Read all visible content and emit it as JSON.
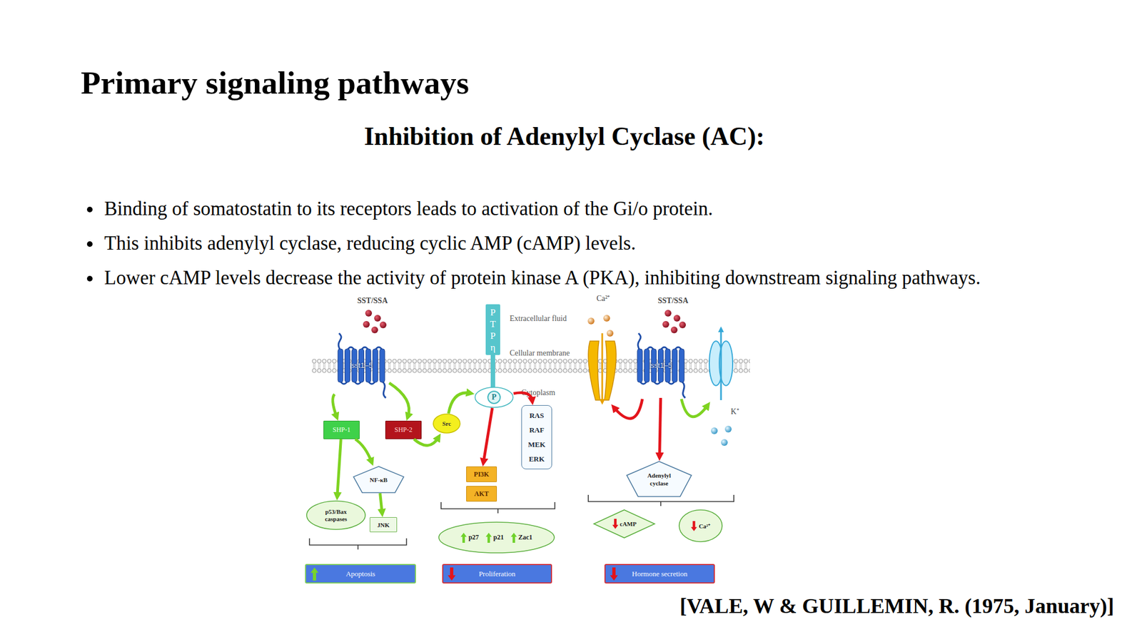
{
  "diagram": {
    "title": "Primary signaling pathways",
    "nodes": [
      {
        "text": [
          "sst1–5"
        ]
      },
      {
        "text": [
          "PTPη"
        ]
      },
      {
        "text": [
          "sst1–5"
        ]
      },
      {
        "text": [
          "SHP-1"
        ]
      },
      {
        "text": [
          "SHP-2"
        ]
      },
      {
        "text": [
          "Src"
        ]
      },
      {
        "text": [
          "P"
        ]
      },
      {
        "text": [
          "RAS RAF MEK ERK"
        ]
      },
      {
        "text": [
          "NF-κB"
        ]
      },
      {
        "text": [
          "Adenylyl cyclase"
        ]
      },
      {
        "text": [
          "PI3K"
        ]
      },
      {
        "text": [
          "AKT"
        ]
      },
      {
        "text": [
          "p53/Bax caspases"
        ]
      },
      {
        "text": [
          "JNK"
        ]
      },
      {
        "text": [
          "p27",
          "p21",
          "Zac1"
        ]
      },
      {
        "text": [
          "cAMP"
        ]
      },
      {
        "text": [
          "Ca²⁺"
        ]
      },
      {
        "text": [
          "Apoptosis"
        ]
      },
      {
        "text": [
          "Proliferation"
        ]
      },
      {
        "text": [
          "Hormone secretion"
        ]
      }
    ],
    "edges": [
      {
        "from": 0,
        "to": 3,
        "arrow": "to"
      },
      {
        "from": 0,
        "to": 4,
        "arrow": "to"
      },
      {
        "from": 3,
        "to": 12,
        "arrow": "to"
      },
      {
        "from": 3,
        "to": 8,
        "arrow": "to"
      },
      {
        "from": 8,
        "to": 13,
        "arrow": "to"
      },
      {
        "from": 4,
        "to": 5,
        "arrow": "to"
      },
      {
        "from": 5,
        "to": 6,
        "arrow": "to"
      },
      {
        "from": 6,
        "to": 10,
        "arrow": "to"
      },
      {
        "from": 6,
        "to": 7,
        "arrow": "to"
      },
      {
        "from": 2,
        "to": 9,
        "arrow": "to"
      }
    ],
    "labels": [
      "Inhibition of Adenylyl Cyclase (AC):",
      "Binding of somatostatin to its receptors leads to activation of the Gi/o protein.",
      "This inhibits adenylyl cyclase, reducing cyclic AMP (cAMP) levels.",
      "Lower cAMP levels decrease the activity of protein kinase A (PKA), inhibiting downstream signaling pathways.",
      "SST/SSA",
      "SST/SSA",
      "Ca²⁺",
      "Extracellular fluid",
      "Cellular membrane",
      "Cytoplasm",
      "K⁺",
      "[VALE, W & GUILLEMIN, R. (1975, January)]"
    ]
  }
}
